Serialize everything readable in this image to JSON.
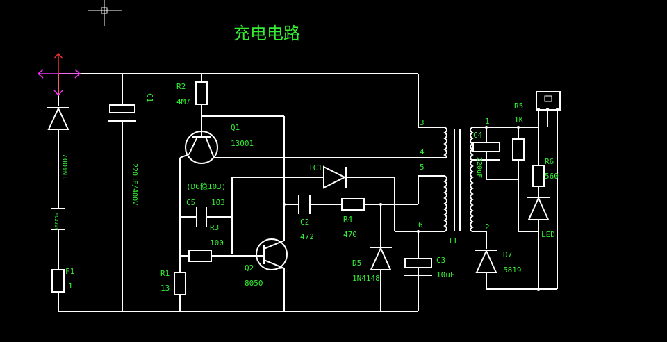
{
  "title": "充电电路",
  "colors": {
    "background": "#000000",
    "wire": "#ffffff",
    "label": "#33ee33",
    "ucs_x_axis": "#ee33ee",
    "ucs_y_axis": "#ee3333"
  },
  "icons": {
    "crosshair": "crosshair-cursor-icon",
    "ucs": "ucs-axis-icon"
  },
  "components": {
    "c1": {
      "ref": "C1",
      "value": "220uF/400V"
    },
    "r2": {
      "ref": "R2",
      "value": "4M7"
    },
    "q1": {
      "ref": "Q1",
      "value": "13001"
    },
    "d6": {
      "ref": "(D6稳103)"
    },
    "c5": {
      "ref": "C5",
      "value": "103"
    },
    "r3": {
      "ref": "R3",
      "value": "100"
    },
    "r1": {
      "ref": "R1",
      "value": "13"
    },
    "q2": {
      "ref": "Q2",
      "value": "8050"
    },
    "ic1": {
      "ref": "IC1"
    },
    "c2": {
      "ref": "C2",
      "value": "472"
    },
    "r4": {
      "ref": "R4",
      "value": "470"
    },
    "d5": {
      "ref": "D5",
      "value": "1N4148"
    },
    "c3": {
      "ref": "C3",
      "value": "10uF"
    },
    "t1": {
      "ref": "T1",
      "pins": [
        "3",
        "4",
        "5",
        "6",
        "1",
        "2"
      ]
    },
    "c4": {
      "ref": "C4",
      "value": "220uF"
    },
    "r5": {
      "ref": "R5",
      "value": "1K"
    },
    "r6": {
      "ref": "R6",
      "value": "560"
    },
    "led": {
      "ref": "LED"
    },
    "d7": {
      "ref": "D7",
      "value": "5819"
    },
    "f1": {
      "ref": "F1",
      "value": "1"
    },
    "ac": {
      "value": "AC220V"
    },
    "d_input": {
      "value": "1N4007"
    }
  }
}
